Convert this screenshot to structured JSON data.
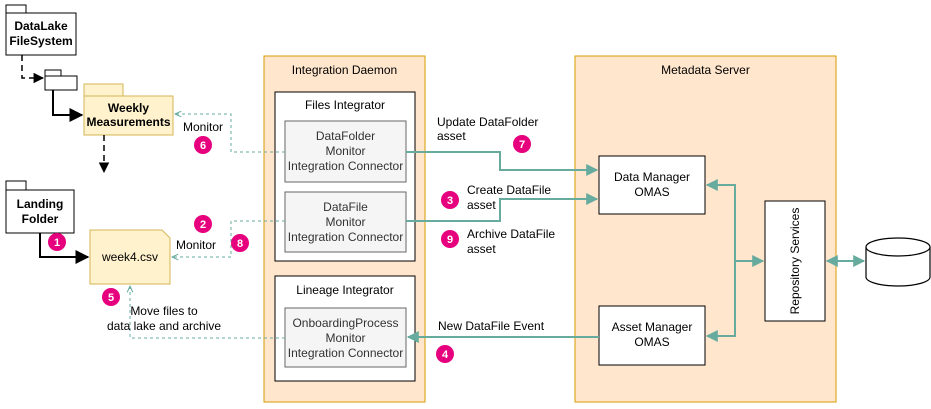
{
  "colors": {
    "zone_fill": "#ffe6cc",
    "zone_stroke": "#d79b00",
    "folder_fill": "#fff2cc",
    "folder_stroke": "#d6b656",
    "connector_fill": "#f5f5f5",
    "connector_stroke": "#666666",
    "flow_arrow": "#67ab9f",
    "badge": "#e6007e"
  },
  "folders": {
    "datalake": [
      "DataLake",
      "FileSystem"
    ],
    "weekly": [
      "Weekly",
      "Measurements"
    ],
    "landing": [
      "Landing",
      "Folder"
    ],
    "file": "week4.csv"
  },
  "daemon": {
    "title": "Integration Daemon",
    "files_integrator": "Files Integrator",
    "lineage_integrator": "Lineage Integrator",
    "connector_datafolder": [
      "DataFolder",
      "Monitor",
      "Integration Connector"
    ],
    "connector_datafile": [
      "DataFile",
      "Monitor",
      "Integration Connector"
    ],
    "connector_onboarding": [
      "OnboardingProcess",
      "Monitor",
      "Integration Connector"
    ]
  },
  "server": {
    "title": "Metadata Server",
    "data_manager": [
      "Data Manager",
      "OMAS"
    ],
    "asset_manager": [
      "Asset Manager",
      "OMAS"
    ],
    "repository": "Repository Services"
  },
  "labels": {
    "monitor_top": "Monitor",
    "monitor_mid": "Monitor",
    "move_files": [
      "Move files to",
      "data lake and archive"
    ],
    "update_folder": [
      "Update DataFolder",
      "asset"
    ],
    "create_file": [
      "Create DataFile",
      "asset"
    ],
    "archive_file": [
      "Archive DataFile",
      "asset"
    ],
    "new_event": "New DataFile Event"
  },
  "badges": {
    "b1": "1",
    "b2": "2",
    "b3": "3",
    "b4": "4",
    "b5": "5",
    "b6": "6",
    "b7": "7",
    "b8": "8",
    "b9": "9"
  },
  "icons": {
    "database": "database-cylinder-icon",
    "empty_folder": "folder-icon"
  }
}
